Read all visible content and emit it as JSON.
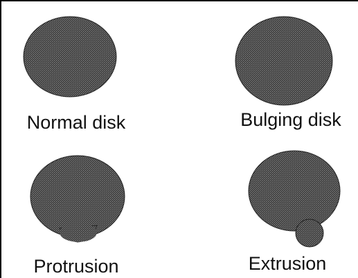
{
  "diagram": {
    "captions": {
      "normal": "Normal disk",
      "bulging": "Bulging disk",
      "protrusion": "Protrusion",
      "extrusion": "Extrusion"
    },
    "colors": {
      "disk_fill": "#4a4a4a",
      "disk_texture": "#8a8a8a",
      "frame": "#000000",
      "text": "#111111"
    }
  }
}
